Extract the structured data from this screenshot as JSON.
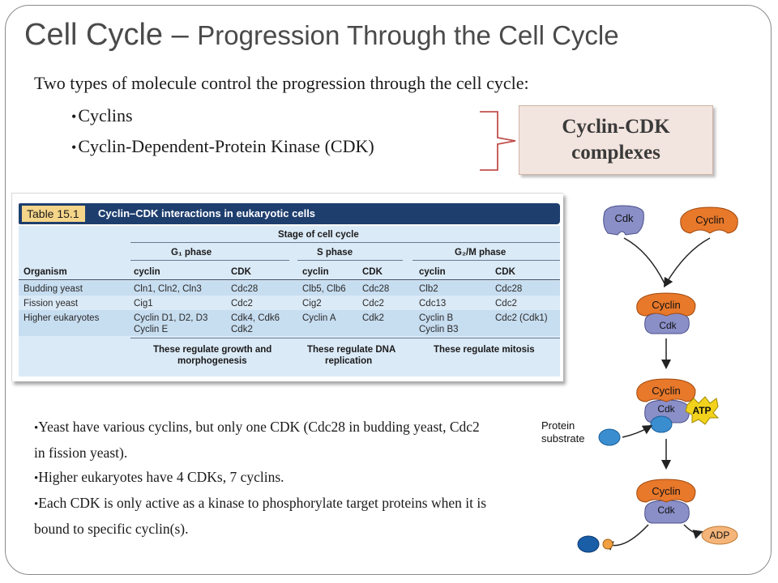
{
  "title": {
    "main": "Cell Cycle",
    "sep": " – ",
    "sub": "Progression Through the Cell Cycle"
  },
  "intro": "Two types of molecule control the progression through the cell cycle:",
  "bullets": [
    "Cyclins",
    "Cyclin-Dependent-Protein Kinase (CDK)"
  ],
  "complex_box": {
    "line1": "Cyclin-CDK",
    "line2": "complexes"
  },
  "table": {
    "number": "Table 15.1",
    "caption": "Cyclin–CDK interactions in eukaryotic cells",
    "stage_header": "Stage of cell cycle",
    "phases": [
      "G₁ phase",
      "S phase",
      "G₂/M phase"
    ],
    "col_organism": "Organism",
    "col_cyclin": "cyclin",
    "col_cdk": "CDK",
    "rows": [
      {
        "organism": "Budding yeast",
        "g1_cyclin": "Cln1, Cln2, Cln3",
        "g1_cdk": "Cdc28",
        "s_cyclin": "Clb5, Clb6",
        "s_cdk": "Cdc28",
        "m_cyclin": "Clb2",
        "m_cdk": "Cdc28"
      },
      {
        "organism": "Fission yeast",
        "g1_cyclin": "Cig1",
        "g1_cdk": "Cdc2",
        "s_cyclin": "Cig2",
        "s_cdk": "Cdc2",
        "m_cyclin": "Cdc13",
        "m_cdk": "Cdc2"
      },
      {
        "organism": "Higher eukaryotes",
        "g1_cyclin": "Cyclin D1, D2, D3",
        "g1_cyclin2": "Cyclin E",
        "g1_cdk": "Cdk4, Cdk6",
        "g1_cdk2": "Cdk2",
        "s_cyclin": "Cyclin A",
        "s_cdk": "Cdk2",
        "m_cyclin": "Cyclin B",
        "m_cyclin2": "Cyclin B3",
        "m_cdk": "Cdc2 (Cdk1)"
      }
    ],
    "footers": [
      {
        "line1": "These regulate growth and",
        "line2": "morphogenesis"
      },
      {
        "line1": "These regulate DNA",
        "line2": "replication"
      },
      {
        "line1": "These regulate mitosis",
        "line2": ""
      }
    ]
  },
  "notes": [
    "Yeast have various cyclins, but only one CDK (Cdc28 in budding yeast, Cdc2 in fission yeast).",
    "Higher eukaryotes have 4 CDKs, 7 cyclins.",
    "Each CDK is only active as a kinase to phosphorylate target proteins when it is bound to specific cyclin(s)."
  ],
  "diagram": {
    "cdk": "Cdk",
    "cyclin": "Cyclin",
    "atp": "ATP",
    "adp": "ADP",
    "substrate_line1": "Protein",
    "substrate_line2": "substrate"
  },
  "colors": {
    "title": "#4a4a4a",
    "table_header": "#1e3e6e",
    "table_body": "#dbeaf7",
    "cyclin": "#e8782a",
    "cdk": "#8a8fc8",
    "atp": "#f2d21c",
    "adp": "#f5b57a",
    "substrate": "#3a8ed0"
  }
}
